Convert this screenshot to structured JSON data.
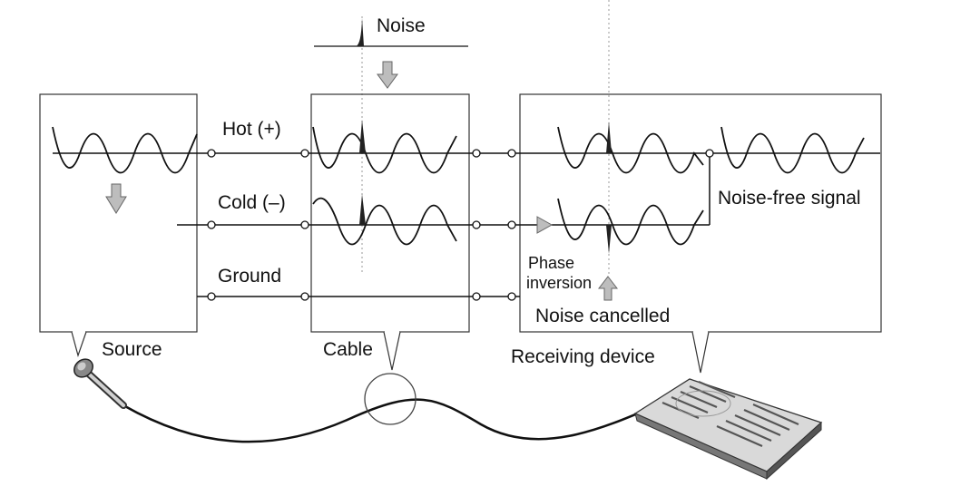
{
  "labels": {
    "noise": "Noise",
    "hot": "Hot (+)",
    "cold": "Cold (–)",
    "ground": "Ground",
    "noise_free": "Noise-free signal",
    "phase_line1": "Phase",
    "phase_line2": "inversion",
    "noise_cancelled": "Noise cancelled",
    "source": "Source",
    "cable": "Cable",
    "receiving": "Receiving device"
  },
  "colors": {
    "line": "#111111",
    "box_border": "#333333",
    "arrow_fill": "#bdbdbd",
    "arrow_stroke": "#666666",
    "guide": "#9a9a9a",
    "mixer_body": "#d9d9d9",
    "mixer_dark": "#555555"
  },
  "icons": {
    "microphone": "microphone-icon",
    "mixer": "mixing-console-icon"
  }
}
